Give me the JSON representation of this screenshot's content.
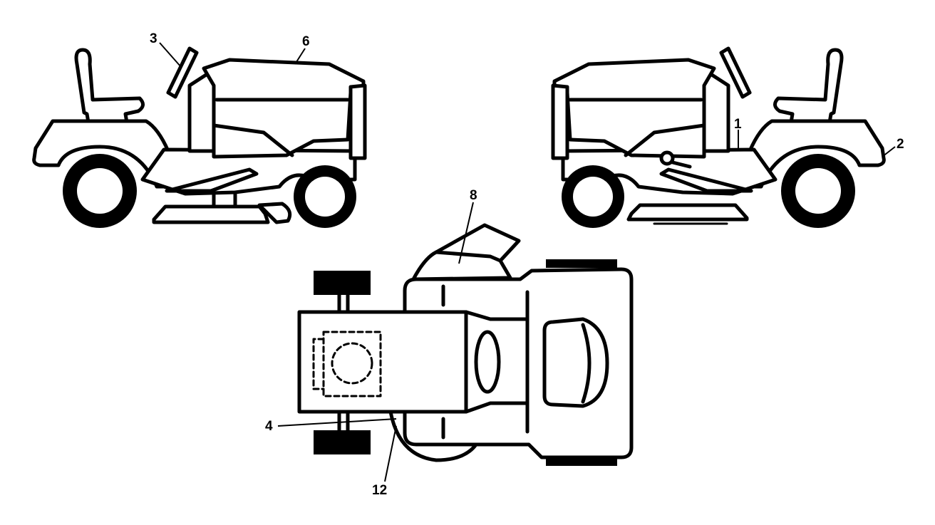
{
  "callouts": {
    "c1": "1",
    "c2": "2",
    "c3": "3",
    "c4": "4",
    "c6": "6",
    "c8": "8",
    "c12": "12"
  },
  "colors": {
    "line": "#000000",
    "fill": "#ffffff"
  }
}
